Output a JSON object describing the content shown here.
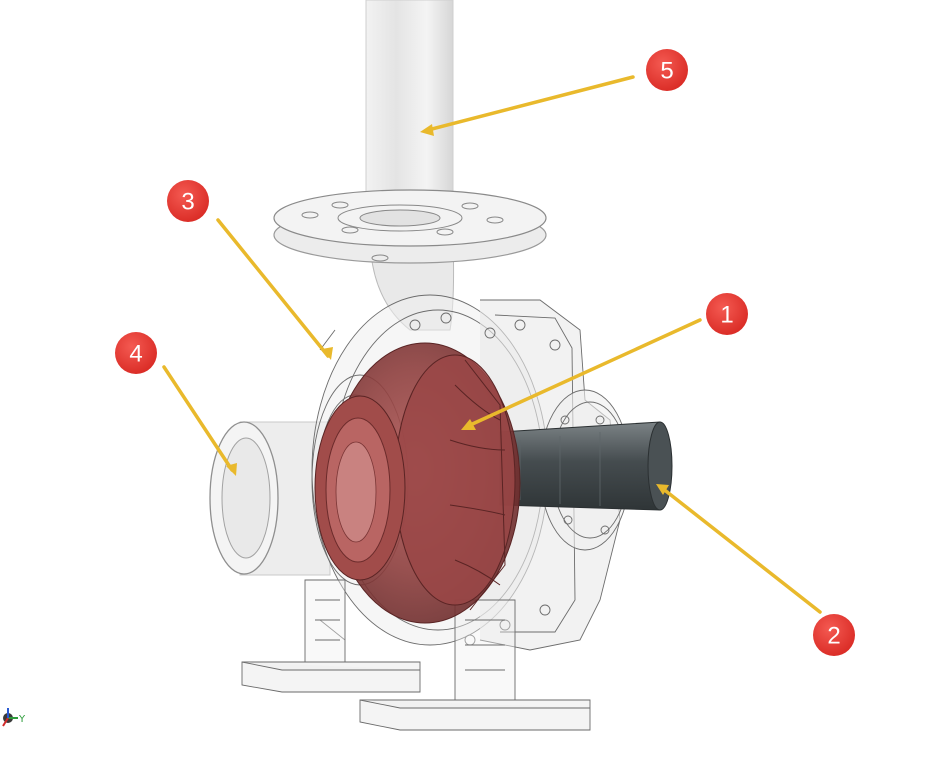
{
  "figure": {
    "callouts": [
      {
        "label": "1",
        "part": "impeller"
      },
      {
        "label": "2",
        "part": "shaft"
      },
      {
        "label": "3",
        "part": "pump-casing"
      },
      {
        "label": "4",
        "part": "suction-pipe"
      },
      {
        "label": "5",
        "part": "discharge-pipe"
      }
    ],
    "triad": {
      "y_label": "Y"
    },
    "colors": {
      "callout_fill": "#e8332d",
      "leader_line": "#e9b92c",
      "impeller": "#8a3a3a",
      "shaft": "#4c5356",
      "housing_edge": "#666666",
      "housing_fill": "#eeeeee",
      "pipe_fill": "#e7e7e7"
    }
  }
}
